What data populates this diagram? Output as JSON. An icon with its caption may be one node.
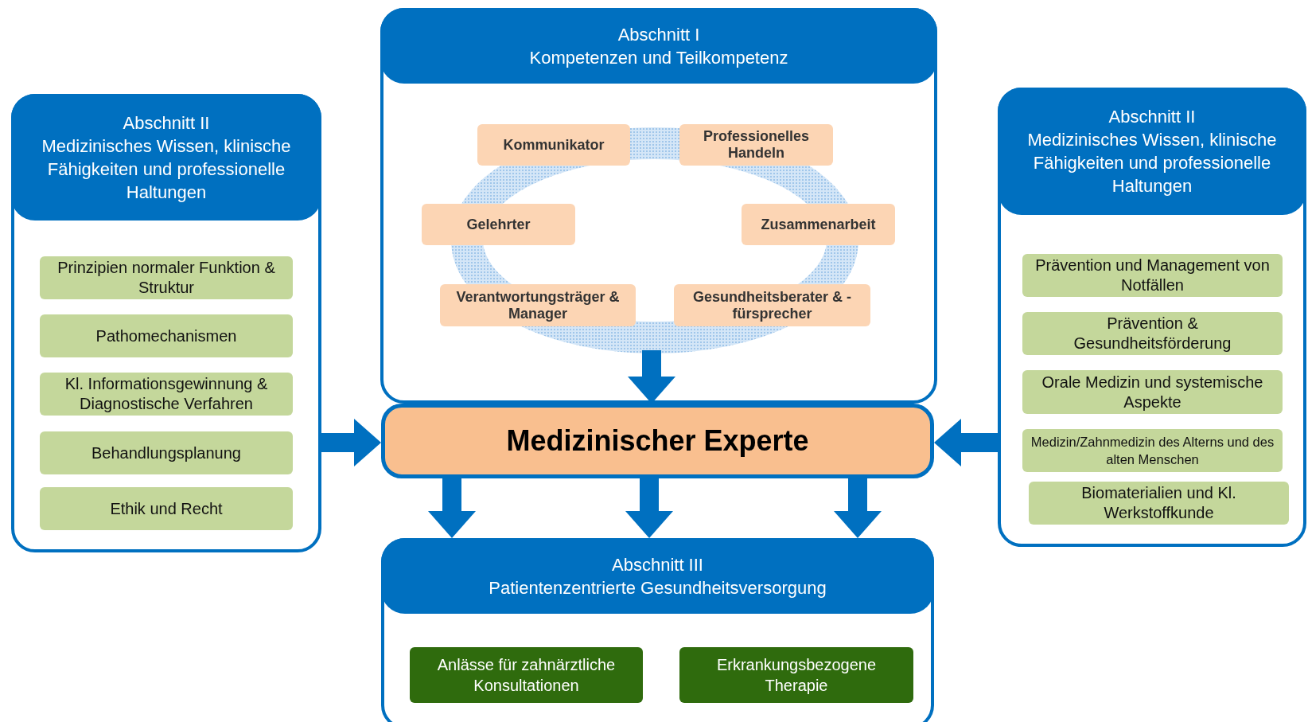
{
  "diagram": {
    "nodes": [
      {
        "text": [
          "Abschnitt II",
          "Medizinisches Wissen, klinische Fähigkeiten und professionelle Haltungen"
        ]
      },
      {
        "text": [
          "Prinzipien normaler Funktion & Struktur"
        ],
        "in": 0
      },
      {
        "text": [
          "Pathomechanismen"
        ],
        "in": 0
      },
      {
        "text": [
          "Kl. Informationsgewinnung & Diagnostische Verfahren"
        ],
        "in": 0
      },
      {
        "text": [
          "Behandlungsplanung"
        ],
        "in": 0
      },
      {
        "text": [
          "Ethik und Recht"
        ],
        "in": 0
      },
      {
        "text": [
          "Abschnitt I",
          "Kompetenzen und Teilkompetenz"
        ]
      },
      {
        "text": [],
        "shape": "ring",
        "in": 6
      },
      {
        "text": [
          "Kommunikator"
        ],
        "in": 6
      },
      {
        "text": [
          "Professionelles Handeln"
        ],
        "in": 6
      },
      {
        "text": [
          "Gelehrter"
        ],
        "in": 6
      },
      {
        "text": [
          "Zusammenarbeit"
        ],
        "in": 6
      },
      {
        "text": [
          "Verantwortungsträger & Manager"
        ],
        "in": 6
      },
      {
        "text": [
          "Gesundheitsberater & -fürsprecher"
        ],
        "in": 6
      },
      {
        "text": [
          "Medizinischer Experte"
        ]
      },
      {
        "text": [
          "Abschnitt II",
          "Medizinisches Wissen, klinische Fähigkeiten und professionelle Haltungen"
        ]
      },
      {
        "text": [
          "Prävention und Management von Notfällen"
        ],
        "in": 15
      },
      {
        "text": [
          "Prävention & Gesundheitsförderung"
        ],
        "in": 15
      },
      {
        "text": [
          "Orale Medizin und systemische Aspekte"
        ],
        "in": 15
      },
      {
        "text": [
          "Medizin/Zahnmedizin des Alterns und des alten Menschen"
        ],
        "in": 15
      },
      {
        "text": [
          "Biomaterialien und Kl. Werkstoffkunde"
        ],
        "in": 15
      },
      {
        "text": [
          "Abschnitt III",
          "Patientenzentrierte Gesundheitsversorgung"
        ]
      },
      {
        "text": [
          "Anlässe für zahnärztliche Konsultationen"
        ],
        "in": 21
      },
      {
        "text": [
          "Erkrankungsbezogene Therapie"
        ],
        "in": 21
      }
    ],
    "edges": [
      {
        "from": 7,
        "to": 14,
        "arrow": "to"
      },
      {
        "from": 0,
        "to": 14,
        "arrow": "to"
      },
      {
        "from": 15,
        "to": 14,
        "arrow": "to"
      },
      {
        "from": 14,
        "to": 21,
        "arrow": "to"
      },
      {
        "from": 14,
        "to": 21,
        "arrow": "to"
      },
      {
        "from": 14,
        "to": 21,
        "arrow": "to"
      }
    ]
  }
}
